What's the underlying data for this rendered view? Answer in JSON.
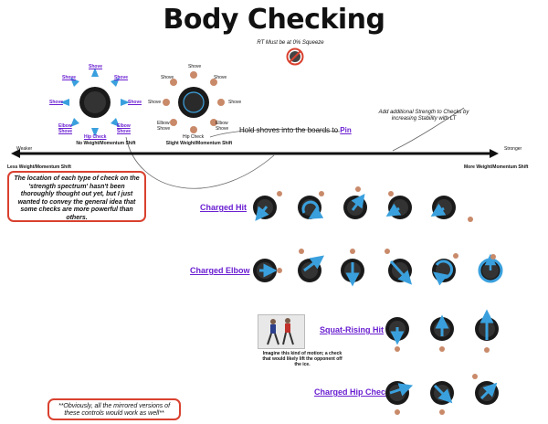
{
  "title": "Body Checking",
  "rt_note": "RT Must be at 0% Squeeze",
  "icon_no_squeeze": "no-squeeze-icon",
  "spectrum": {
    "weaker": "Weaker",
    "stronger": "Stronger",
    "less": "Less Weight/Momentum Shift",
    "more": "More Weight/Momentum Shift",
    "none": "No Weight/Momentum Shift",
    "slight": "Slight Weight/Momentum Shift"
  },
  "left_dial": {
    "shove": "Shove",
    "elbow_shove": "Elbow Shove",
    "hip_check": "Hip Check"
  },
  "right_dial": {
    "shove": "Shove",
    "elbow_shove": "Elbow Shove",
    "hip_check": "Hip Check"
  },
  "hold_note": {
    "text": "Hold shoves into the boards to ",
    "link": "Pin"
  },
  "stability_note": "Add additional Strength to Checks by increasing Stability with LT",
  "location_note": "The location of each type of check on the 'strength spectrum' hasn't been thoroughly thought out yet, but I just wanted to convey the general idea that some checks are more powerful than others.",
  "mirror_note": "**Obviously, all the mirrored versions of these controls would work as well**",
  "rows": {
    "charged_hit": "Charged Hit",
    "charged_elbow": "Charged Elbow",
    "squat_rising_hit": "Squat-Rising  Hit",
    "charged_hip_check": "Charged Hip Check"
  },
  "squat_caption": "Imagine this kind of motion; a check that would likely lift the opponent off the ice.",
  "colors": {
    "accent": "#3aa0dd",
    "link": "#6a1fd1",
    "note_border": "#d9412f"
  }
}
